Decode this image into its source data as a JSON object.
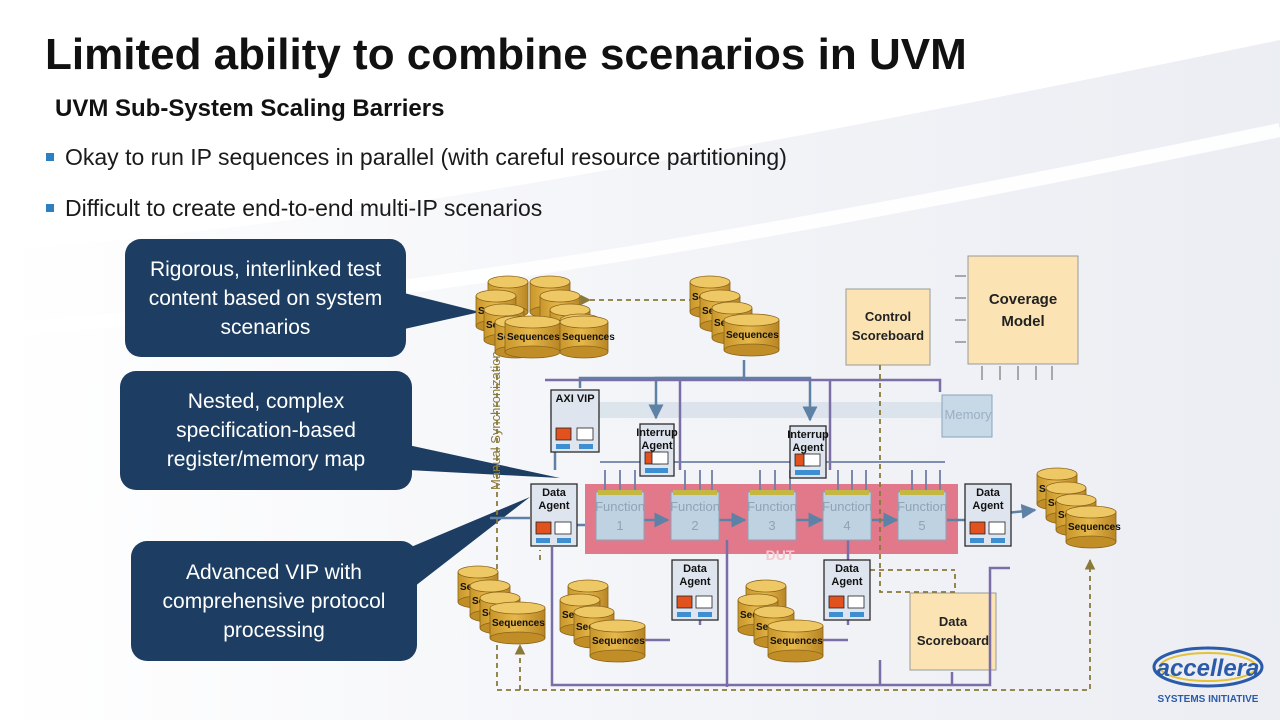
{
  "slide": {
    "title": "Limited ability to combine scenarios in UVM",
    "subtitle": "UVM Sub-System Scaling Barriers",
    "bullets": [
      "Okay to run IP sequences in parallel (with careful resource partitioning)",
      "Difficult to create end-to-end multi-IP scenarios"
    ]
  },
  "callouts": {
    "test_content": "Rigorous, interlinked test content based on system scenarios",
    "register_map": "Nested, complex specification-based register/memory map",
    "vip": "Advanced VIP with comprehensive protocol processing"
  },
  "diagram": {
    "seq_short": "Seq",
    "sequences": "Sequences",
    "axi_vip": "AXI  VIP",
    "interrupt_agent": [
      "Interrup",
      "Agent"
    ],
    "data_agent": [
      "Data",
      "Agent"
    ],
    "function_label": "Function",
    "function_numbers": [
      "1",
      "2",
      "3",
      "4",
      "5"
    ],
    "dut": "DUT",
    "memory": "Memory",
    "control_scoreboard": [
      "Control",
      "Scoreboard"
    ],
    "coverage_model": [
      "Coverage",
      "Model"
    ],
    "data_scoreboard": [
      "Data",
      "Scoreboard"
    ],
    "manual_sync": "Manual Synchronization"
  },
  "logo": {
    "name": "accellera",
    "tagline": "SYSTEMS INITIATIVE"
  },
  "colors": {
    "callout_bg": "#1d3e62",
    "bullet": "#2e7fc0",
    "cylinder": "#d9a936",
    "dut": "#e06b7e",
    "function_box": "#bfd2e2",
    "scoreboard": "#fbe3b4",
    "line_purple": "#7a6ea6",
    "line_blue": "#5e82a6",
    "dashed": "#8a7a3a"
  }
}
